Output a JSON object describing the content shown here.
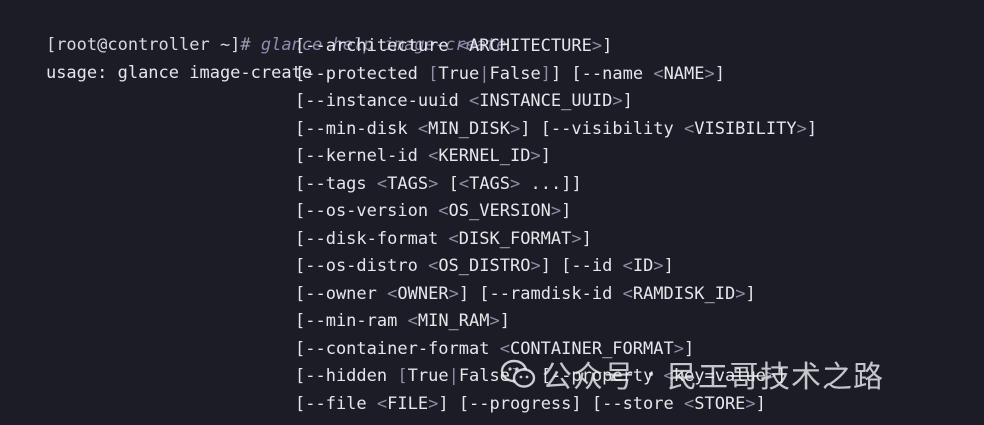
{
  "terminal": {
    "prompt": "[root@controller ~]",
    "prompt_hash": "# ",
    "command": "glance help image-create",
    "usage_label": "usage: glance image-create ",
    "lines": [
      {
        "parts": [
          [
            "t",
            "[--architecture "
          ],
          [
            "d",
            "<"
          ],
          [
            "t",
            "ARCHITECTURE"
          ],
          [
            "d",
            ">"
          ],
          [
            "t",
            "]"
          ]
        ]
      },
      {
        "parts": [
          [
            "t",
            "[--protected "
          ],
          [
            "d",
            "["
          ],
          [
            "t",
            "True"
          ],
          [
            "d",
            "|"
          ],
          [
            "t",
            "False"
          ],
          [
            "d",
            "]"
          ],
          [
            "t",
            "] [--name "
          ],
          [
            "d",
            "<"
          ],
          [
            "t",
            "NAME"
          ],
          [
            "d",
            ">"
          ],
          [
            "t",
            "]"
          ]
        ]
      },
      {
        "parts": [
          [
            "t",
            "[--instance-uuid "
          ],
          [
            "d",
            "<"
          ],
          [
            "t",
            "INSTANCE_UUID"
          ],
          [
            "d",
            ">"
          ],
          [
            "t",
            "]"
          ]
        ]
      },
      {
        "parts": [
          [
            "t",
            "[--min-disk "
          ],
          [
            "d",
            "<"
          ],
          [
            "t",
            "MIN_DISK"
          ],
          [
            "d",
            ">"
          ],
          [
            "t",
            "] [--visibility "
          ],
          [
            "d",
            "<"
          ],
          [
            "t",
            "VISIBILITY"
          ],
          [
            "d",
            ">"
          ],
          [
            "t",
            "]"
          ]
        ]
      },
      {
        "parts": [
          [
            "t",
            "[--kernel-id "
          ],
          [
            "d",
            "<"
          ],
          [
            "t",
            "KERNEL_ID"
          ],
          [
            "d",
            ">"
          ],
          [
            "t",
            "]"
          ]
        ]
      },
      {
        "parts": [
          [
            "t",
            "[--tags "
          ],
          [
            "d",
            "<"
          ],
          [
            "t",
            "TAGS"
          ],
          [
            "d",
            ">"
          ],
          [
            "t",
            " ["
          ],
          [
            "d",
            "<"
          ],
          [
            "t",
            "TAGS"
          ],
          [
            "d",
            ">"
          ],
          [
            "t",
            " ...]]"
          ]
        ]
      },
      {
        "parts": [
          [
            "t",
            "[--os-version "
          ],
          [
            "d",
            "<"
          ],
          [
            "t",
            "OS_VERSION"
          ],
          [
            "d",
            ">"
          ],
          [
            "t",
            "]"
          ]
        ]
      },
      {
        "parts": [
          [
            "t",
            "[--disk-format "
          ],
          [
            "d",
            "<"
          ],
          [
            "t",
            "DISK_FORMAT"
          ],
          [
            "d",
            ">"
          ],
          [
            "t",
            "]"
          ]
        ]
      },
      {
        "parts": [
          [
            "t",
            "[--os-distro "
          ],
          [
            "d",
            "<"
          ],
          [
            "t",
            "OS_DISTRO"
          ],
          [
            "d",
            ">"
          ],
          [
            "t",
            "] [--id "
          ],
          [
            "d",
            "<"
          ],
          [
            "t",
            "ID"
          ],
          [
            "d",
            ">"
          ],
          [
            "t",
            "]"
          ]
        ]
      },
      {
        "parts": [
          [
            "t",
            "[--owner "
          ],
          [
            "d",
            "<"
          ],
          [
            "t",
            "OWNER"
          ],
          [
            "d",
            ">"
          ],
          [
            "t",
            "] [--ramdisk-id "
          ],
          [
            "d",
            "<"
          ],
          [
            "t",
            "RAMDISK_ID"
          ],
          [
            "d",
            ">"
          ],
          [
            "t",
            "]"
          ]
        ]
      },
      {
        "parts": [
          [
            "t",
            "[--min-ram "
          ],
          [
            "d",
            "<"
          ],
          [
            "t",
            "MIN_RAM"
          ],
          [
            "d",
            ">"
          ],
          [
            "t",
            "]"
          ]
        ]
      },
      {
        "parts": [
          [
            "t",
            "[--container-format "
          ],
          [
            "d",
            "<"
          ],
          [
            "t",
            "CONTAINER_FORMAT"
          ],
          [
            "d",
            ">"
          ],
          [
            "t",
            "]"
          ]
        ]
      },
      {
        "parts": [
          [
            "t",
            "[--hidden "
          ],
          [
            "d",
            "["
          ],
          [
            "t",
            "True"
          ],
          [
            "d",
            "|"
          ],
          [
            "t",
            "False"
          ],
          [
            "d",
            "]"
          ],
          [
            "t",
            "] [--property "
          ],
          [
            "d",
            "<"
          ],
          [
            "t",
            "key=value"
          ],
          [
            "d",
            ">"
          ],
          [
            "t",
            "]"
          ]
        ]
      },
      {
        "parts": [
          [
            "t",
            "[--file "
          ],
          [
            "d",
            "<"
          ],
          [
            "t",
            "FILE"
          ],
          [
            "d",
            ">"
          ],
          [
            "t",
            "] [--progress] [--store "
          ],
          [
            "d",
            "<"
          ],
          [
            "t",
            "STORE"
          ],
          [
            "d",
            ">"
          ],
          [
            "t",
            "]"
          ]
        ]
      }
    ]
  },
  "watermark": {
    "icon": "wechat-icon",
    "account": "公众号",
    "name": "民工哥技术之路"
  },
  "colors": {
    "background": "#1b1c25",
    "text": "#e6e6ea",
    "command": "#8a8fb0",
    "delimiter": "#8c8fa6"
  }
}
